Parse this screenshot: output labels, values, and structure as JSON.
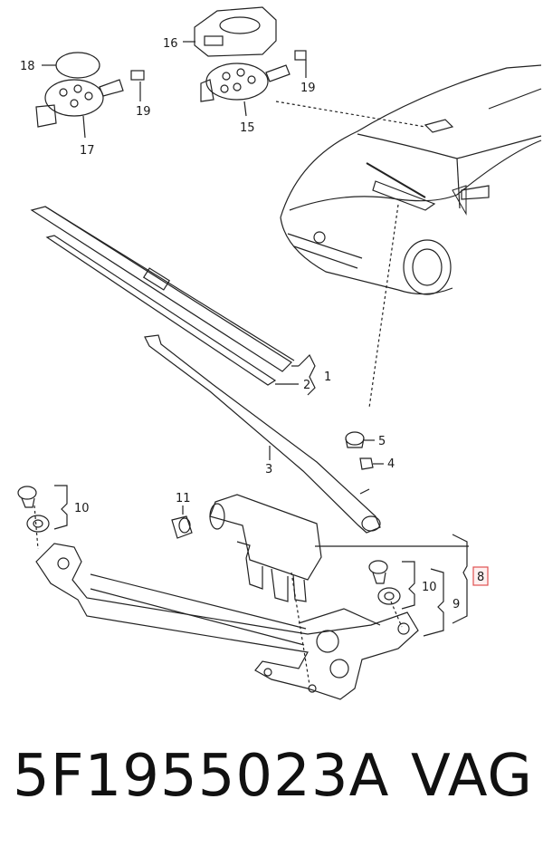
{
  "callouts": {
    "c1": "1",
    "c2": "2",
    "c3": "3",
    "c4": "4",
    "c5": "5",
    "c8": "8",
    "c9": "9",
    "c10a": "10",
    "c10b": "10",
    "c11": "11",
    "c15": "15",
    "c16": "16",
    "c17": "17",
    "c18": "18",
    "c19a": "19",
    "c19b": "19"
  },
  "footer": {
    "part_number": "5F1955023A",
    "brand": "VAG"
  },
  "colors": {
    "line": "#222222",
    "highlight_box": "#e05050"
  }
}
